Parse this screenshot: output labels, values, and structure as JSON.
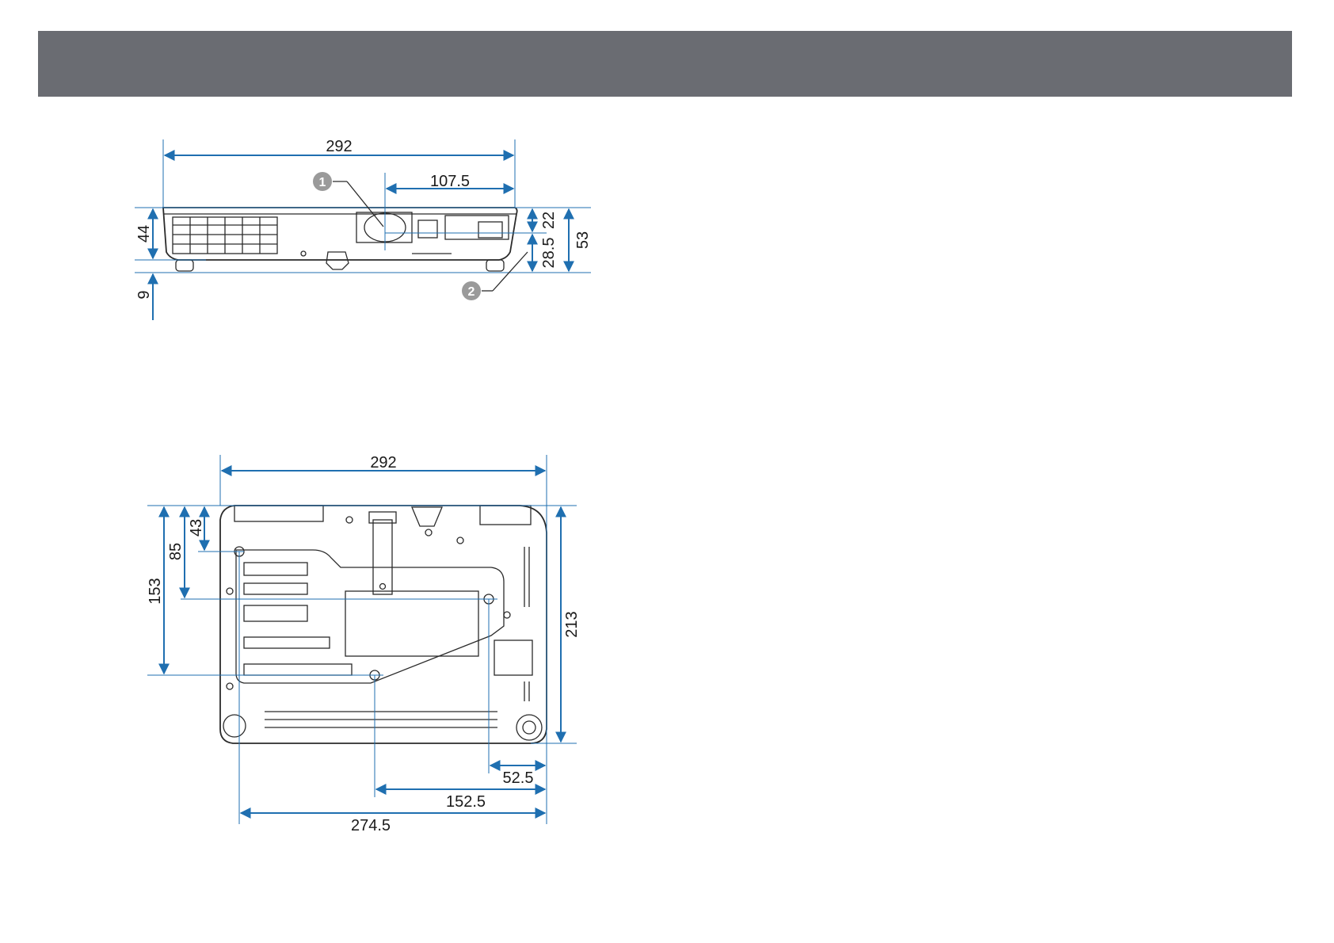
{
  "front_view": {
    "width": "292",
    "lens_offset": "107.5",
    "height": "44",
    "foot": "9",
    "lens_center_height": "22",
    "lens_to_bottom": "28.5",
    "total_height": "53",
    "callout_1": "1",
    "callout_2": "2"
  },
  "bottom_view": {
    "width": "292",
    "depth": "213",
    "hole_depth_43": "43",
    "hole_depth_85": "85",
    "hole_depth_153": "153",
    "hole_52_5": "52.5",
    "hole_152_5": "152.5",
    "hole_274_5": "274.5"
  },
  "colors": {
    "dimension": "#1f6fb0",
    "header": "#6a6c72"
  }
}
